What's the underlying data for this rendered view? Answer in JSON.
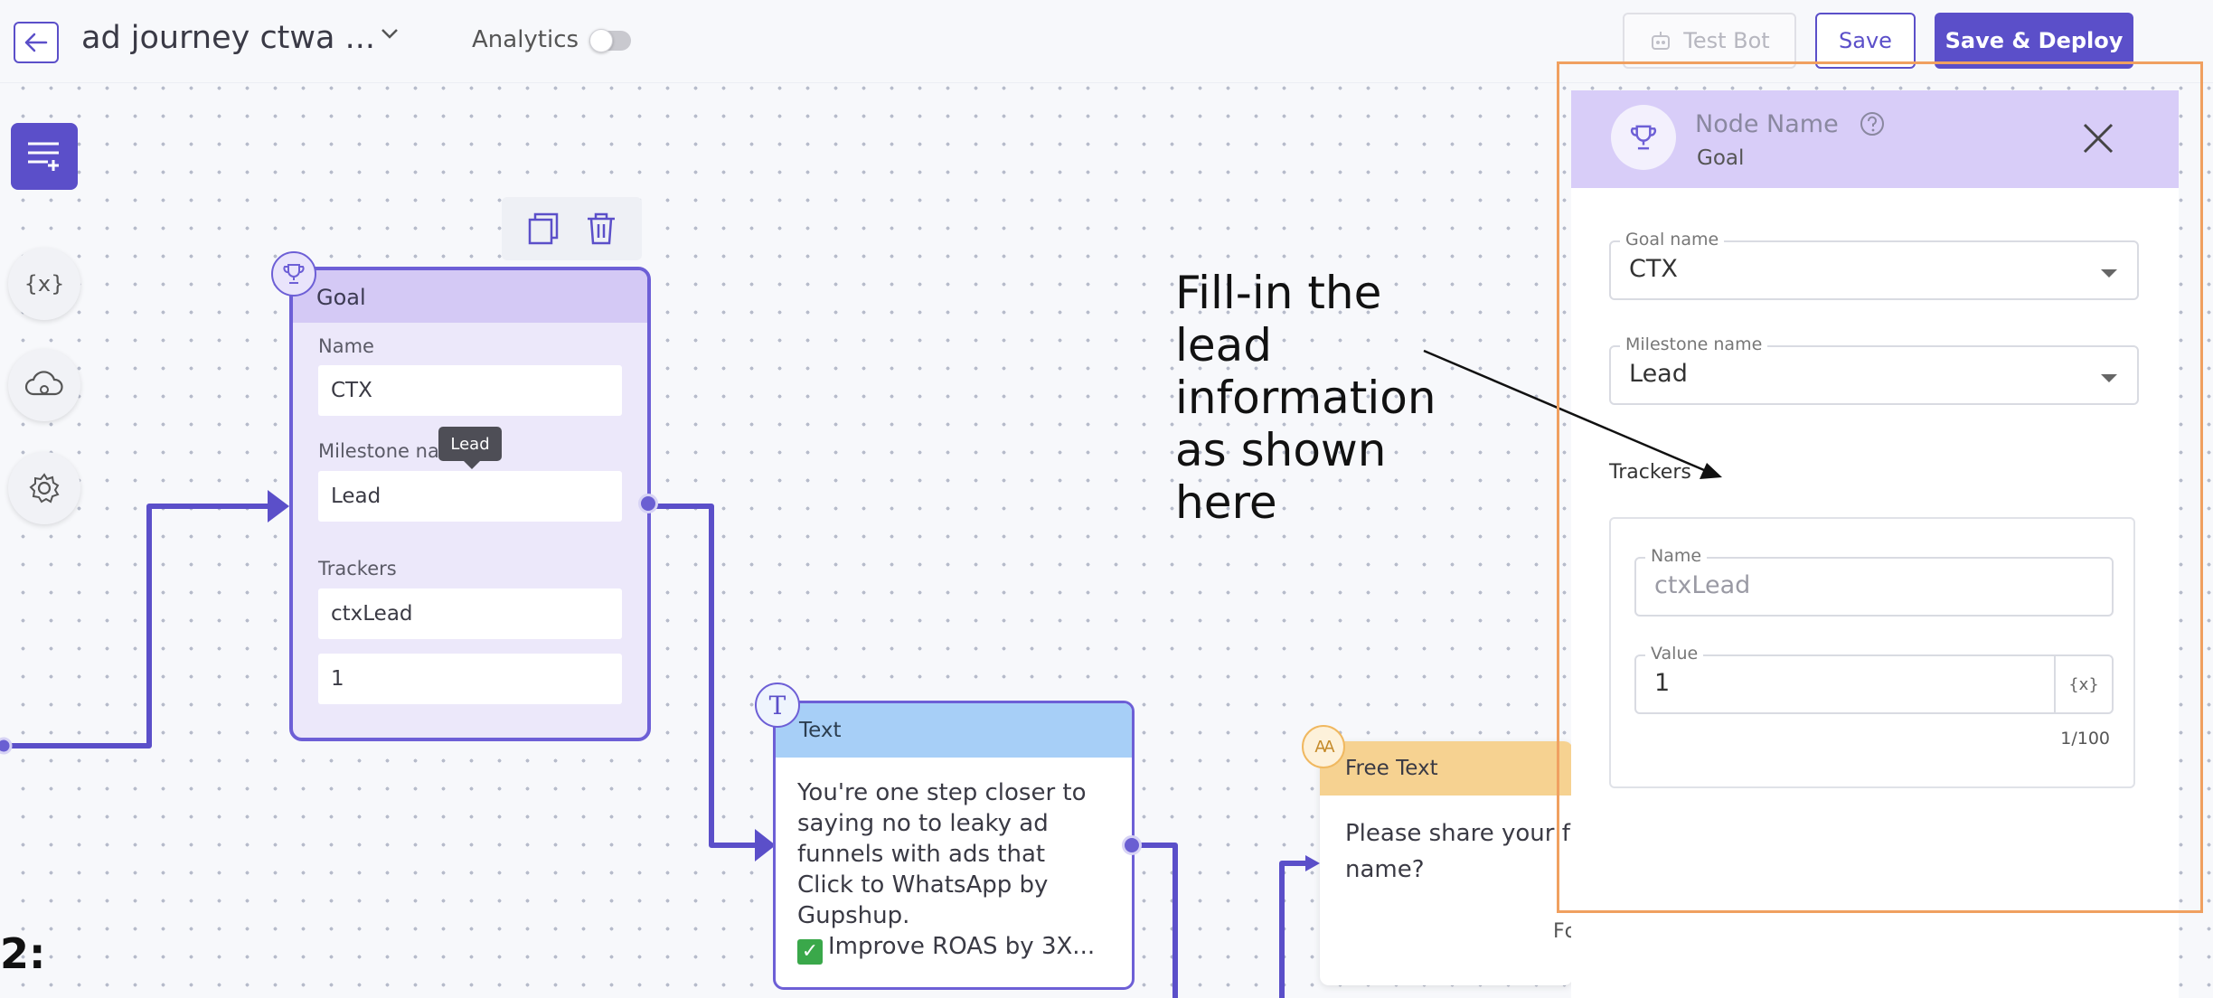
{
  "header": {
    "bot_title": "ad journey ctwa ...",
    "analytics_label": "Analytics",
    "test_bot_label": "Test Bot",
    "save_label": "Save",
    "deploy_label": "Save & Deploy"
  },
  "left_toolbar": {
    "variables_glyph": "{x}"
  },
  "goal_node": {
    "header": "Goal",
    "name_label": "Name",
    "name_value": "CTX",
    "milestone_label": "Milestone nar",
    "milestone_value": "Lead",
    "tooltip": "Lead",
    "trackers_label": "Trackers",
    "tracker_name": "ctxLead",
    "tracker_value": "1"
  },
  "text_node": {
    "header": "Text",
    "lines": [
      "You're one step closer to",
      "saying no to leaky ad",
      "funnels with ads that",
      "Click to WhatsApp by",
      "Gupshup."
    ],
    "last_line": "Improve ROAS by 3X...",
    "icon_letter": "T"
  },
  "free_text_node": {
    "header": "Free Text",
    "line1": "Please share your f",
    "line2": "name?",
    "footer": "Fc",
    "icon_letters": "AA"
  },
  "annotation": {
    "lines": [
      "Fill-in the",
      "lead",
      "information",
      "as shown",
      "here"
    ]
  },
  "panel": {
    "node_name_label": "Node Name",
    "node_name_value": "Goal",
    "goal_name_legend": "Goal name",
    "goal_name_value": "CTX",
    "milestone_legend": "Milestone name",
    "milestone_value": "Lead",
    "trackers_label": "Trackers",
    "tracker_name_legend": "Name",
    "tracker_name_value": "ctxLead",
    "tracker_value_legend": "Value",
    "tracker_value": "1",
    "var_button": "{x}",
    "counter": "1/100"
  },
  "background_text": {
    "step_fragment": "2:"
  },
  "colors": {
    "accent": "#5b4fc9",
    "goal_header": "#d4c9f5",
    "text_header": "#a7cff7",
    "free_header": "#f6d291",
    "highlight_frame": "#f0a060"
  }
}
